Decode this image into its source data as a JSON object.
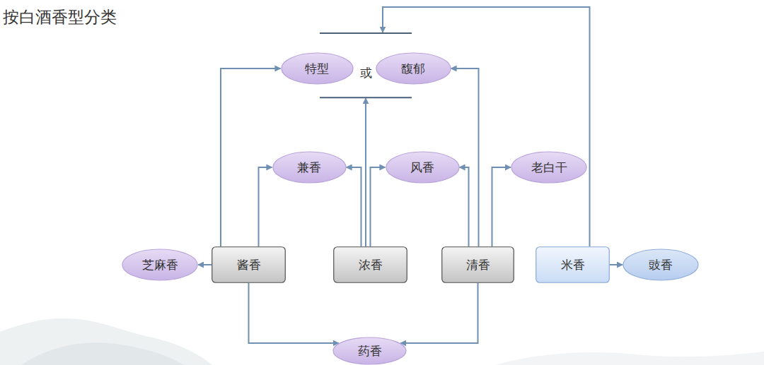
{
  "diagram": {
    "title": "按白酒香型分类",
    "nodes": [
      {
        "text": [
          "或"
        ]
      },
      {
        "text": [
          "特型"
        ],
        "in": 0
      },
      {
        "text": [
          "馥郁"
        ],
        "in": 0
      },
      {
        "text": [
          "兼香"
        ]
      },
      {
        "text": [
          "风香"
        ]
      },
      {
        "text": [
          "老白干"
        ]
      },
      {
        "text": [
          "芝麻香"
        ]
      },
      {
        "text": [
          "酱香"
        ]
      },
      {
        "text": [
          "浓香"
        ]
      },
      {
        "text": [
          "清香"
        ]
      },
      {
        "text": [
          "米香"
        ]
      },
      {
        "text": [
          "豉香"
        ]
      },
      {
        "text": [
          "药香"
        ]
      }
    ],
    "edges": [
      {
        "from": 7,
        "to": 6,
        "arrow": "to"
      },
      {
        "from": 7,
        "to": 1,
        "arrow": "to"
      },
      {
        "from": 7,
        "to": 3,
        "arrow": "to"
      },
      {
        "from": 8,
        "to": 3,
        "arrow": "to"
      },
      {
        "from": 8,
        "to": 0,
        "arrow": "to"
      },
      {
        "from": 8,
        "to": 4,
        "arrow": "to"
      },
      {
        "from": 9,
        "to": 4,
        "arrow": "to"
      },
      {
        "from": 9,
        "to": 2,
        "arrow": "to"
      },
      {
        "from": 9,
        "to": 5,
        "arrow": "to"
      },
      {
        "from": 10,
        "to": 11,
        "arrow": "to"
      },
      {
        "from": 10,
        "to": 0,
        "arrow": "to"
      },
      {
        "from": 7,
        "to": 12,
        "arrow": "to"
      },
      {
        "from": 9,
        "to": 12,
        "arrow": "to"
      }
    ]
  }
}
